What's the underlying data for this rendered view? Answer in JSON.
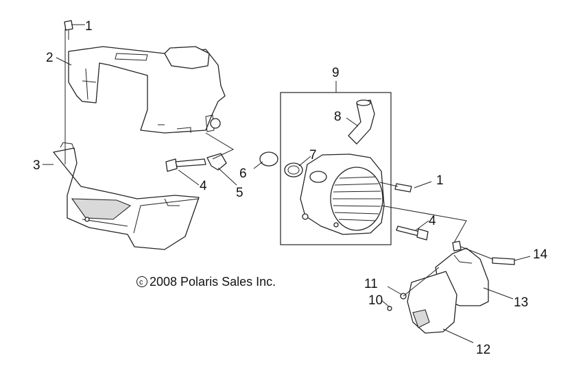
{
  "diagram": {
    "callouts": [
      {
        "key": "c1a",
        "text": "1"
      },
      {
        "key": "c2",
        "text": "2"
      },
      {
        "key": "c3",
        "text": "3"
      },
      {
        "key": "c4a",
        "text": "4"
      },
      {
        "key": "c5",
        "text": "5"
      },
      {
        "key": "c6",
        "text": "6"
      },
      {
        "key": "c7",
        "text": "7"
      },
      {
        "key": "c8",
        "text": "8"
      },
      {
        "key": "c9",
        "text": "9"
      },
      {
        "key": "c1b",
        "text": "1"
      },
      {
        "key": "c4b",
        "text": "4"
      },
      {
        "key": "c14",
        "text": "14"
      },
      {
        "key": "c11",
        "text": "11"
      },
      {
        "key": "c10",
        "text": "10"
      },
      {
        "key": "c13",
        "text": "13"
      },
      {
        "key": "c12",
        "text": "12"
      }
    ],
    "copyright": "2008 Polaris Sales Inc.",
    "copyright_symbol": "©"
  },
  "colors": {
    "line": "#222222",
    "fill": "#ffffff",
    "shade": "#d9d9d9",
    "background": "#ffffff"
  }
}
